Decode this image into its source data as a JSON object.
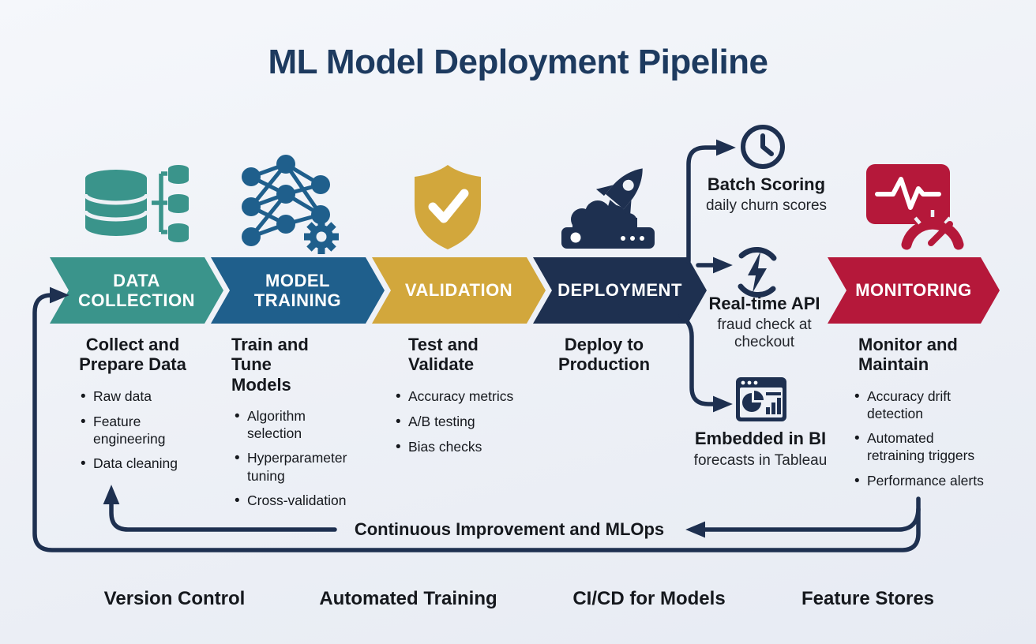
{
  "title": "ML Model Deployment Pipeline",
  "colors": {
    "teal": "#3A948B",
    "blue": "#1F5F8C",
    "gold": "#D2A73C",
    "navy": "#1E3050",
    "red": "#B5183A",
    "ink": "#15181D",
    "title": "#1D3A5F",
    "bg": "#EDF0F6"
  },
  "stages": [
    {
      "label": "DATA COLLECTION",
      "icon": "database-branch-icon",
      "heading": "Collect and Prepare Data",
      "bullets": [
        "Raw data",
        "Feature engineering",
        "Data cleaning"
      ]
    },
    {
      "label": "MODEL TRAINING",
      "icon": "neural-network-gear-icon",
      "heading": "Train and Tune Models",
      "bullets": [
        "Algorithm selection",
        "Hyperparameter tuning",
        "Cross-validation"
      ]
    },
    {
      "label": "VALIDATION",
      "icon": "shield-check-icon",
      "heading": "Test and Validate",
      "bullets": [
        "Accuracy metrics",
        "A/B testing",
        "Bias checks"
      ]
    },
    {
      "label": "DEPLOYMENT",
      "icon": "rocket-launch-icon",
      "heading": "Deploy to Production",
      "bullets": []
    },
    {
      "label": "MONITORING",
      "icon": "pulse-gauge-icon",
      "heading": "Monitor and Maintain",
      "bullets": [
        "Accuracy drift detection",
        "Automated retraining triggers",
        "Performance alerts"
      ]
    }
  ],
  "outputs": [
    {
      "icon": "clock-icon",
      "title": "Batch Scoring",
      "subtitle": "daily churn scores"
    },
    {
      "icon": "lightning-circle-icon",
      "title": "Real-time API",
      "subtitle": "fraud check at checkout"
    },
    {
      "icon": "bi-dashboard-icon",
      "title": "Embedded in BI",
      "subtitle": "forecasts in Tableau"
    }
  ],
  "loop_label": "Continuous Improvement and MLOps",
  "footer_items": [
    "Version Control",
    "Automated Training",
    "CI/CD for Models",
    "Feature Stores"
  ]
}
